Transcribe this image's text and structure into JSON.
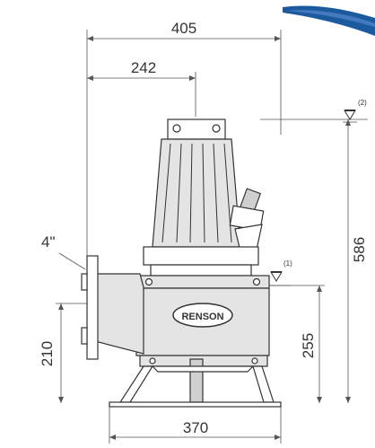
{
  "dimensions": {
    "overall_width": "405",
    "outlet_to_axis": "242",
    "outlet_size": "4\"",
    "outlet_height": "210",
    "inlet_height": "255",
    "total_height": "586",
    "base_width": "370"
  },
  "levels": {
    "upper": "(2)",
    "lower": "(1)"
  },
  "brand": "RENSON",
  "colors": {
    "line": "#333333",
    "body_fill": "#e4e4e4",
    "accent_blue": "#1c5aa0"
  }
}
